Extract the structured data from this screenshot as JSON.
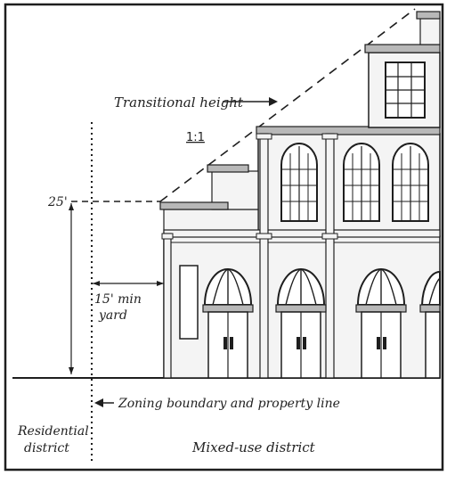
{
  "labels": {
    "transitional_height": "Transitional height",
    "ratio": "1:1",
    "height_mark": "25'",
    "yard_line1": "15' min",
    "yard_line2": "yard",
    "zoning_boundary": "Zoning boundary and property line",
    "residential_line1": "Residential",
    "residential_line2": "district",
    "mixed_use": "Mixed-use district"
  },
  "colors": {
    "ink": "#1e1e1e",
    "building_fill": "#f4f4f4",
    "band_fill": "#b8b8b8",
    "background": "#ffffff"
  },
  "icons": {
    "arrow": "arrow-right-icon",
    "arrow_left": "arrow-left-icon"
  }
}
